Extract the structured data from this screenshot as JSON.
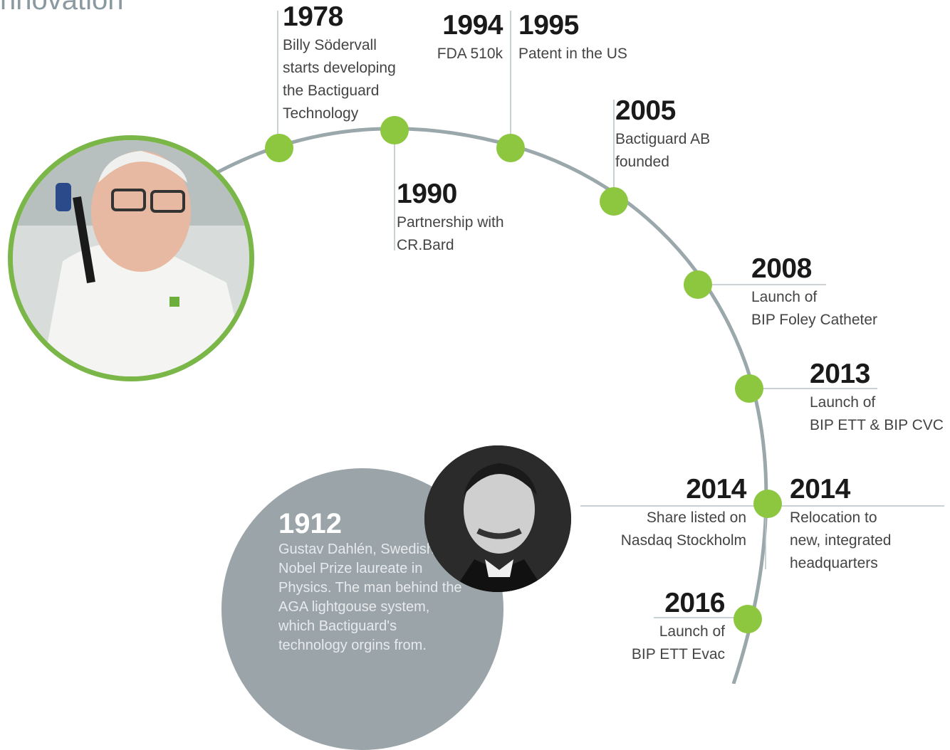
{
  "title": "nnovation",
  "colors": {
    "accent": "#8dc63f",
    "line": "#9aa7ab",
    "circle": "#9ba5a9",
    "photo_ring": "#7ab648"
  },
  "events": [
    {
      "year": "1978",
      "desc": [
        "Billy Södervall",
        "starts developing",
        "the Bactiguard",
        "Technology"
      ]
    },
    {
      "year": "1994",
      "desc": [
        "FDA 510k"
      ]
    },
    {
      "year": "1995",
      "desc": [
        "Patent in the US"
      ]
    },
    {
      "year": "1990",
      "desc": [
        "Partnership with",
        "CR.Bard"
      ]
    },
    {
      "year": "2005",
      "desc": [
        "Bactiguard AB",
        "founded"
      ]
    },
    {
      "year": "2008",
      "desc": [
        "Launch of",
        "BIP Foley Catheter"
      ]
    },
    {
      "year": "2013",
      "desc": [
        "Launch of",
        "BIP ETT & BIP CVC"
      ]
    },
    {
      "year": "2014",
      "desc": [
        "Share listed on",
        "Nasdaq Stockholm"
      ]
    },
    {
      "year": "2014",
      "desc": [
        "Relocation to",
        "new, integrated",
        "headquarters"
      ]
    },
    {
      "year": "2016",
      "desc": [
        "Launch of",
        "BIP ETT Evac"
      ]
    }
  ],
  "feature": {
    "year": "1912",
    "desc": "Gustav Dahlén, Swedish Nobel Prize laureate in Physics. The man behind the AGA lightgouse system, which Bactiguard's technology orgins from."
  }
}
